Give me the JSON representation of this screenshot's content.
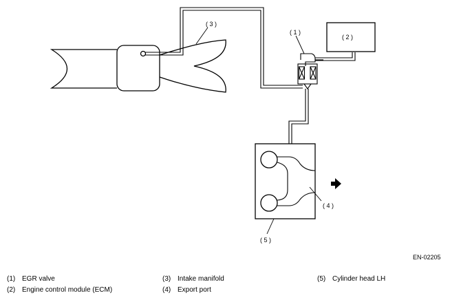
{
  "callouts": {
    "c1": "( 1 )",
    "c2": "( 2 )",
    "c3": "( 3 )",
    "c4": "( 4 )",
    "c5": "( 5 )"
  },
  "figure_id": "EN-02205",
  "legend": [
    {
      "num": "(1)",
      "label": "EGR valve"
    },
    {
      "num": "(2)",
      "label": "Engine control module (ECM)"
    },
    {
      "num": "(3)",
      "label": "Intake manifold"
    },
    {
      "num": "(4)",
      "label": "Export port"
    },
    {
      "num": "(5)",
      "label": "Cylinder head LH"
    }
  ],
  "icons": {
    "direction_arrow": "arrow-right-icon"
  }
}
